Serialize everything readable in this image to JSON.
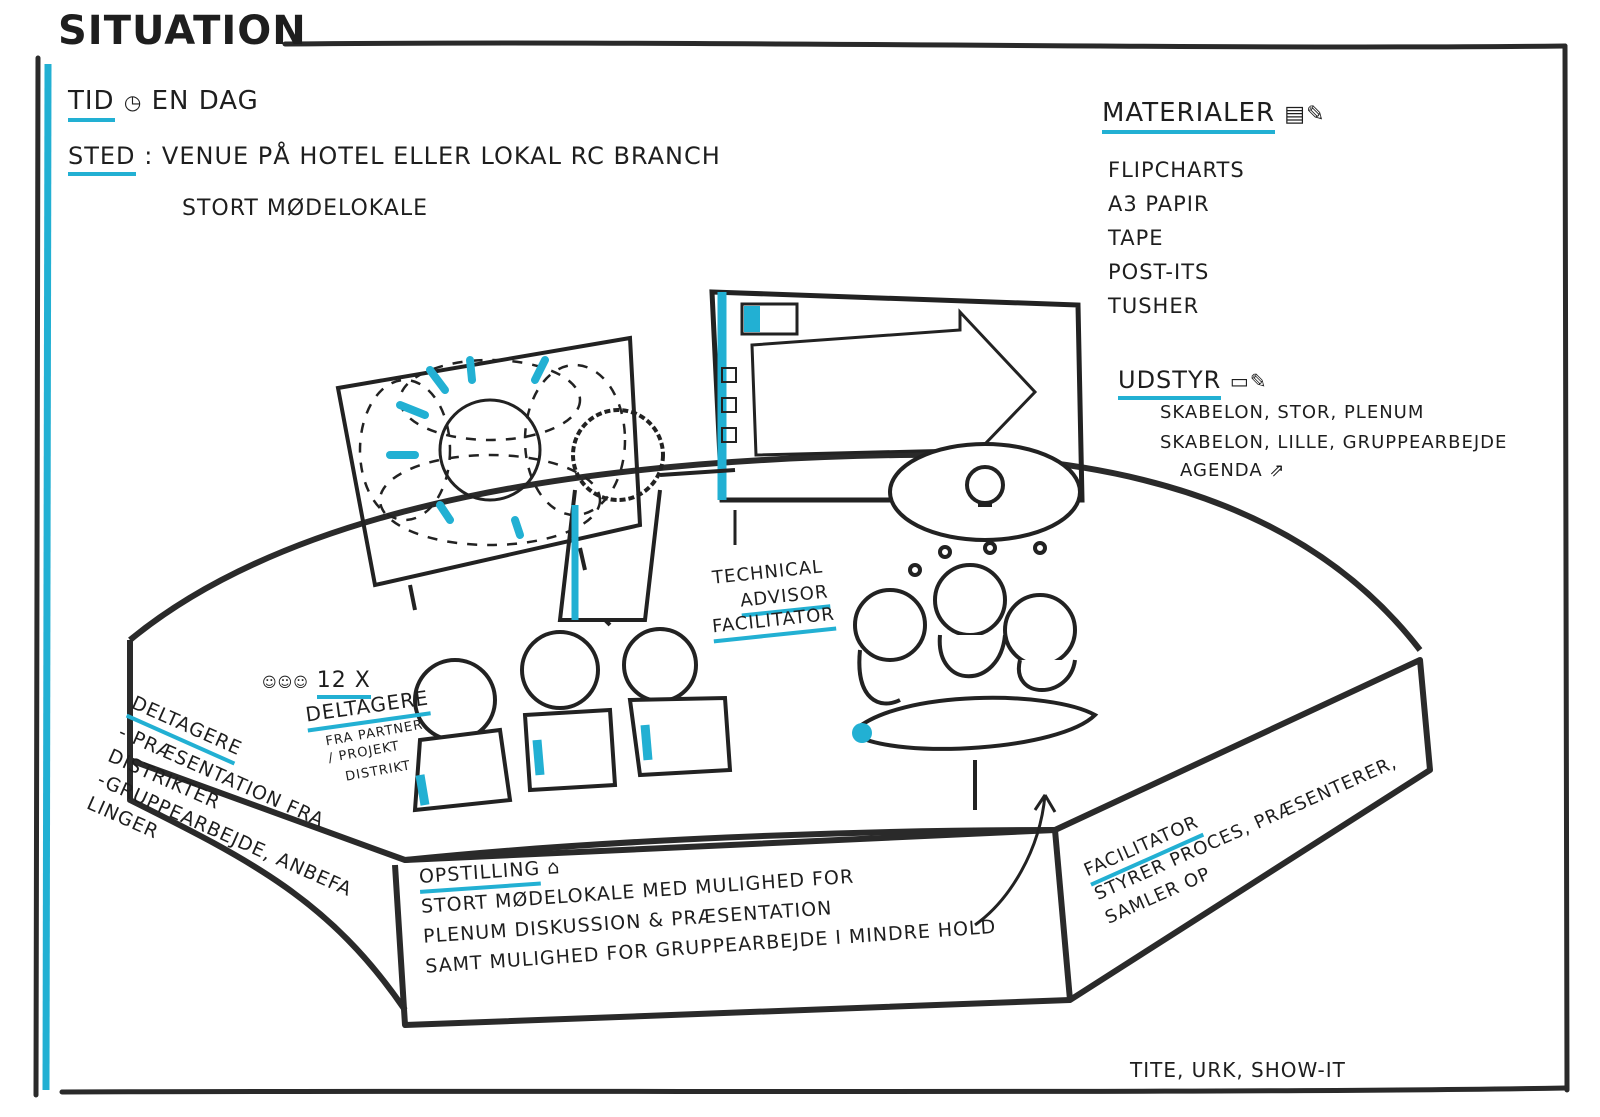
{
  "title": "Situation",
  "header": {
    "time_label": "TID",
    "time_value": "EN DAG",
    "place_label": "STED",
    "place_value_1": ": VENUE PÅ HOTEL ELLER LOKAL RC BRANCH",
    "place_value_2": "STORT MØDELOKALE"
  },
  "materials": {
    "heading": "MATERIALER",
    "items": [
      "FLIPCHARTS",
      "A3 PAPIR",
      "TAPE",
      "POST-ITS",
      "TUSHER"
    ]
  },
  "equipment": {
    "heading": "UDSTYR",
    "items": [
      "SKABELON, STOR, PLENUM",
      "SKABELON, LILLE, GRUPPEARBEJDE",
      "AGENDA"
    ]
  },
  "roles": {
    "line1": "TECHNICAL",
    "line2": "ADVISOR",
    "line3": "FACILITATOR"
  },
  "participants_count": {
    "count": "12 X",
    "label": "DELTAGERE",
    "sub1": "FRA PARTNER",
    "sub2": "/ PROJEKT",
    "sub3": "DISTRIKT"
  },
  "panel_left": {
    "heading": "DELTAGERE",
    "line1": "- PRÆSENTATION FRA",
    "line2": "DISTRIKTER",
    "line3": "-GRUPPEARBEJDE, ANBEFA",
    "line4": "LINGER"
  },
  "panel_center": {
    "heading": "OPSTILLING",
    "line1": "STORT MØDELOKALE MED MULIGHED FOR",
    "line2": "PLENUM DISKUSSION & PRÆSENTATION",
    "line3": "SAMT MULIGHED FOR GRUPPEARBEJDE I MINDRE HOLD"
  },
  "panel_right": {
    "heading": "FACILITATOR",
    "line1": "STYRER PROCES, PRÆSENTERER,",
    "line2": "SAMLER OP"
  },
  "footer_credit": "TITE, URK, SHOW-IT",
  "colors": {
    "accent": "#22b0d3",
    "ink": "#1e1e1e"
  }
}
